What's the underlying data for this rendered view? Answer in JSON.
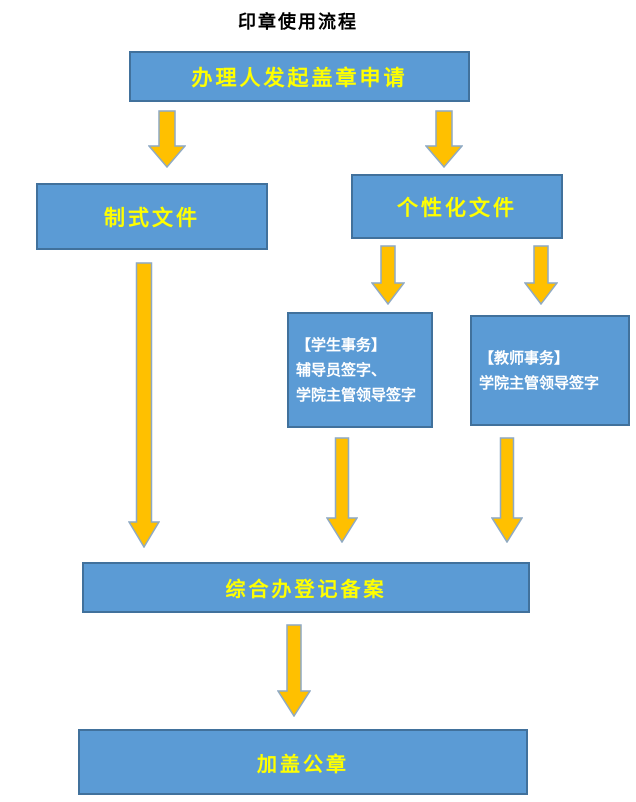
{
  "title": "印章使用流程",
  "colors": {
    "background": "#FFFFFF",
    "title_color": "#000000",
    "box_fill": "#5B9BD5",
    "box_border": "#41719C",
    "arrow_fill": "#FFC000",
    "arrow_stroke": "#8EA9C4",
    "yellow_text": "#FFFF00",
    "white_text": "#FFFFFF"
  },
  "nodes": {
    "apply": {
      "label": "办理人发起盖章申请"
    },
    "standard": {
      "label": "制式文件"
    },
    "custom": {
      "label": "个性化文件"
    },
    "student": {
      "lines": [
        "【学生事务】",
        "辅导员签字、",
        "学院主管领导签字"
      ]
    },
    "teacher": {
      "lines": [
        "【教师事务】",
        "学院主管领导签字"
      ]
    },
    "register": {
      "label": "综合办登记备案"
    },
    "seal": {
      "label": "加盖公章"
    }
  },
  "edges": [
    {
      "from": "apply",
      "to": "standard"
    },
    {
      "from": "apply",
      "to": "custom"
    },
    {
      "from": "custom",
      "to": "student"
    },
    {
      "from": "custom",
      "to": "teacher"
    },
    {
      "from": "standard",
      "to": "register"
    },
    {
      "from": "student",
      "to": "register"
    },
    {
      "from": "teacher",
      "to": "register"
    },
    {
      "from": "register",
      "to": "seal"
    }
  ]
}
